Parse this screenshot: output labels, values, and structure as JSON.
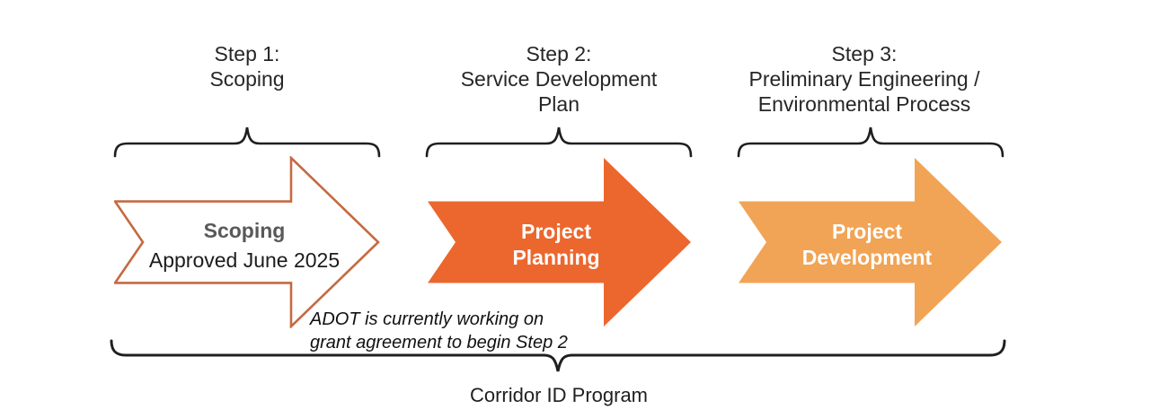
{
  "diagram": {
    "steps": [
      {
        "line1": "Step 1:",
        "line2": "Scoping",
        "line3": ""
      },
      {
        "line1": "Step 2:",
        "line2": "Service Development",
        "line3": "Plan"
      },
      {
        "line1": "Step 3:",
        "line2": "Preliminary Engineering /",
        "line3": "Environmental Process"
      }
    ],
    "arrows": [
      {
        "title": "Scoping",
        "subtitle": "Approved June 2025",
        "fill": "#FFFFFF",
        "stroke": "#C56A41",
        "title_color": "#595959"
      },
      {
        "line1": "Project",
        "line2": "Planning",
        "fill": "#EC672E",
        "stroke": "none",
        "text_color": "#FFFFFF"
      },
      {
        "line1": "Project",
        "line2": "Development",
        "fill": "#F1A455",
        "stroke": "none",
        "text_color": "#FFFFFF"
      }
    ],
    "annotation": {
      "line1": "ADOT is currently working on",
      "line2": "grant agreement to begin Step 2"
    },
    "program_label": "Corridor ID Program",
    "colors": {
      "brace": "#1F1F1F",
      "step_text": "#262626",
      "annotation_text": "#111111"
    }
  }
}
